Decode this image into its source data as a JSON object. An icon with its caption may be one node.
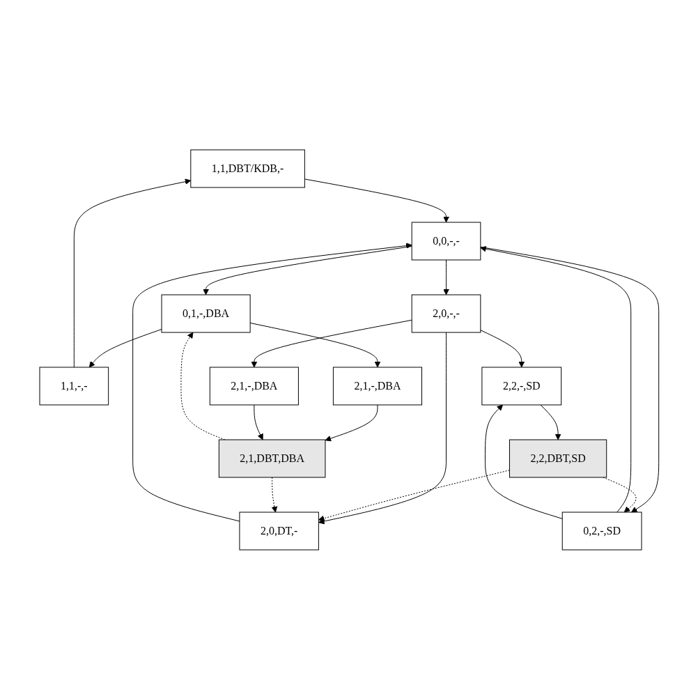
{
  "diagram": {
    "nodes": [
      {
        "text": [
          "1,1,DBT/KDB,-"
        ]
      },
      {
        "text": [
          "1,1,-,-"
        ]
      },
      {
        "text": [
          "0,0,-,-"
        ]
      },
      {
        "text": [
          "0,1,-,DBA"
        ]
      },
      {
        "text": [
          "2,0,DT,-"
        ]
      },
      {
        "text": [
          "2,1,-,DBA"
        ]
      },
      {
        "text": [
          "2,0,-,-"
        ]
      },
      {
        "text": [
          "0,2,-,SD"
        ]
      },
      {
        "text": [
          "2,1,DBT,DBA"
        ]
      },
      {
        "text": [
          "2,2,-,SD"
        ]
      },
      {
        "text": [
          "2,2,DBT,SD"
        ]
      },
      {
        "text": [
          "2,1,-,DBA"
        ]
      }
    ],
    "edges": [
      {
        "from": 1,
        "to": 0,
        "arrow": "to"
      },
      {
        "from": 0,
        "to": 2,
        "arrow": "to"
      },
      {
        "from": 2,
        "to": 3,
        "arrow": "to"
      },
      {
        "from": 3,
        "to": 1,
        "arrow": "to"
      },
      {
        "from": 4,
        "to": 2,
        "arrow": "to"
      },
      {
        "from": 2,
        "to": 6,
        "arrow": "to"
      },
      {
        "from": 2,
        "to": 7,
        "arrow": "to"
      },
      {
        "from": 7,
        "to": 2,
        "arrow": "to"
      },
      {
        "from": 3,
        "to": 5,
        "arrow": "to"
      },
      {
        "from": 5,
        "to": 8,
        "arrow": "to"
      },
      {
        "from": 6,
        "to": 4,
        "arrow": "to"
      },
      {
        "from": 6,
        "to": 9,
        "arrow": "to"
      },
      {
        "from": 6,
        "to": 11,
        "arrow": "to"
      },
      {
        "from": 7,
        "to": 9,
        "arrow": "to"
      },
      {
        "from": 9,
        "to": 10,
        "arrow": "to"
      },
      {
        "from": 10,
        "to": 7,
        "arrow": "to",
        "style": "dashed"
      },
      {
        "from": 10,
        "to": 4,
        "arrow": "to",
        "style": "dashed"
      },
      {
        "from": 8,
        "to": 3,
        "arrow": "to",
        "style": "dashed"
      },
      {
        "from": 8,
        "to": 4,
        "arrow": "to",
        "style": "dashed"
      },
      {
        "from": 11,
        "to": 8,
        "arrow": "to"
      }
    ]
  }
}
